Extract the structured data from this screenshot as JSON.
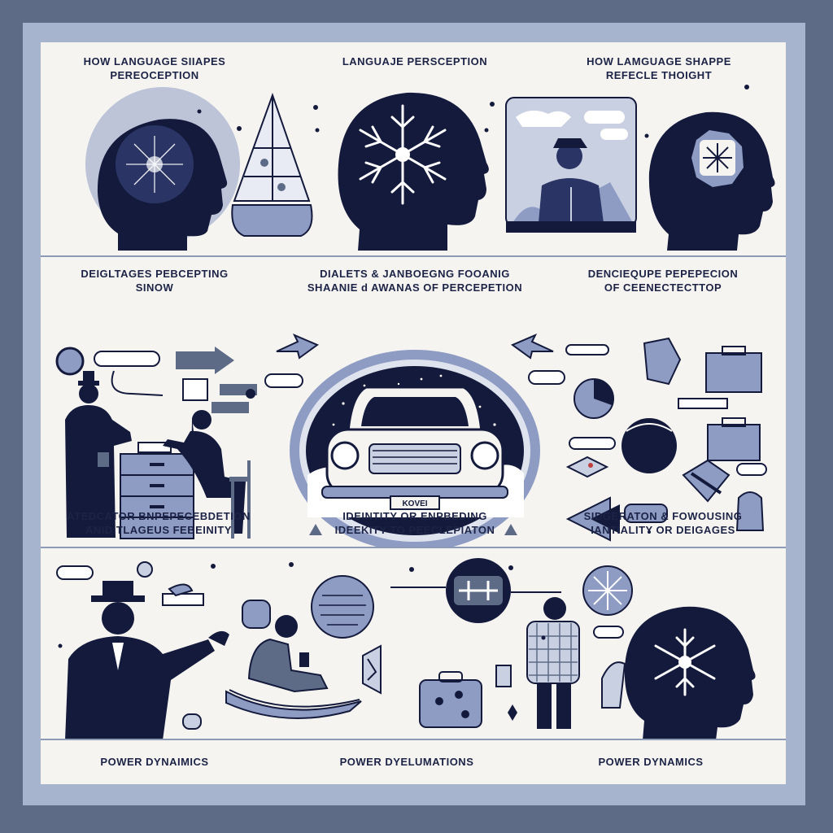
{
  "panel_1": {
    "heading_left": [
      "HOW LANGUAGE SIIAPES",
      "PEREOCEPTION"
    ],
    "heading_center": [
      "LANGUAJE PERSCEPTION"
    ],
    "heading_right": [
      "HOW LAMGUAGE SHAPPE",
      "REFECLE THOIGHT"
    ]
  },
  "panel_2": {
    "heading_left": [
      "DEIGLTAGES PEBCEPTING",
      "SINOW"
    ],
    "heading_center": [
      "DIALETS & JANBOEGNG FOOANIG",
      "SHAANIE d AWANAS OF PERCEPETION"
    ],
    "heading_right": [
      "DENCIEQUPE PEPEPECION",
      "OF CEENECTECTTOP"
    ],
    "caption_left": [
      "ATEDCATOR BNPEPECEBDETION",
      "ANID TLAGEUS FEBEINITY"
    ],
    "caption_center": [
      "IDEINTITY OR ENPBEDING",
      "IDEEKITY TO PEECLEPIATON"
    ],
    "caption_right": [
      "SIDGERATON & FOWOUSING",
      "IANTIALITY OR DEIGAGES"
    ],
    "plate_text": "KOVEI"
  },
  "panel_3": {
    "caption_left": "POWER DYNAIMICS",
    "caption_center": "POWER DYELUMATIONS",
    "caption_right": "POWER DYNAMICS"
  },
  "colors": {
    "navy": "#141a3c",
    "slate": "#5d6b87",
    "periwinkle": "#8e9cc4",
    "paper": "#f5f4f0"
  }
}
